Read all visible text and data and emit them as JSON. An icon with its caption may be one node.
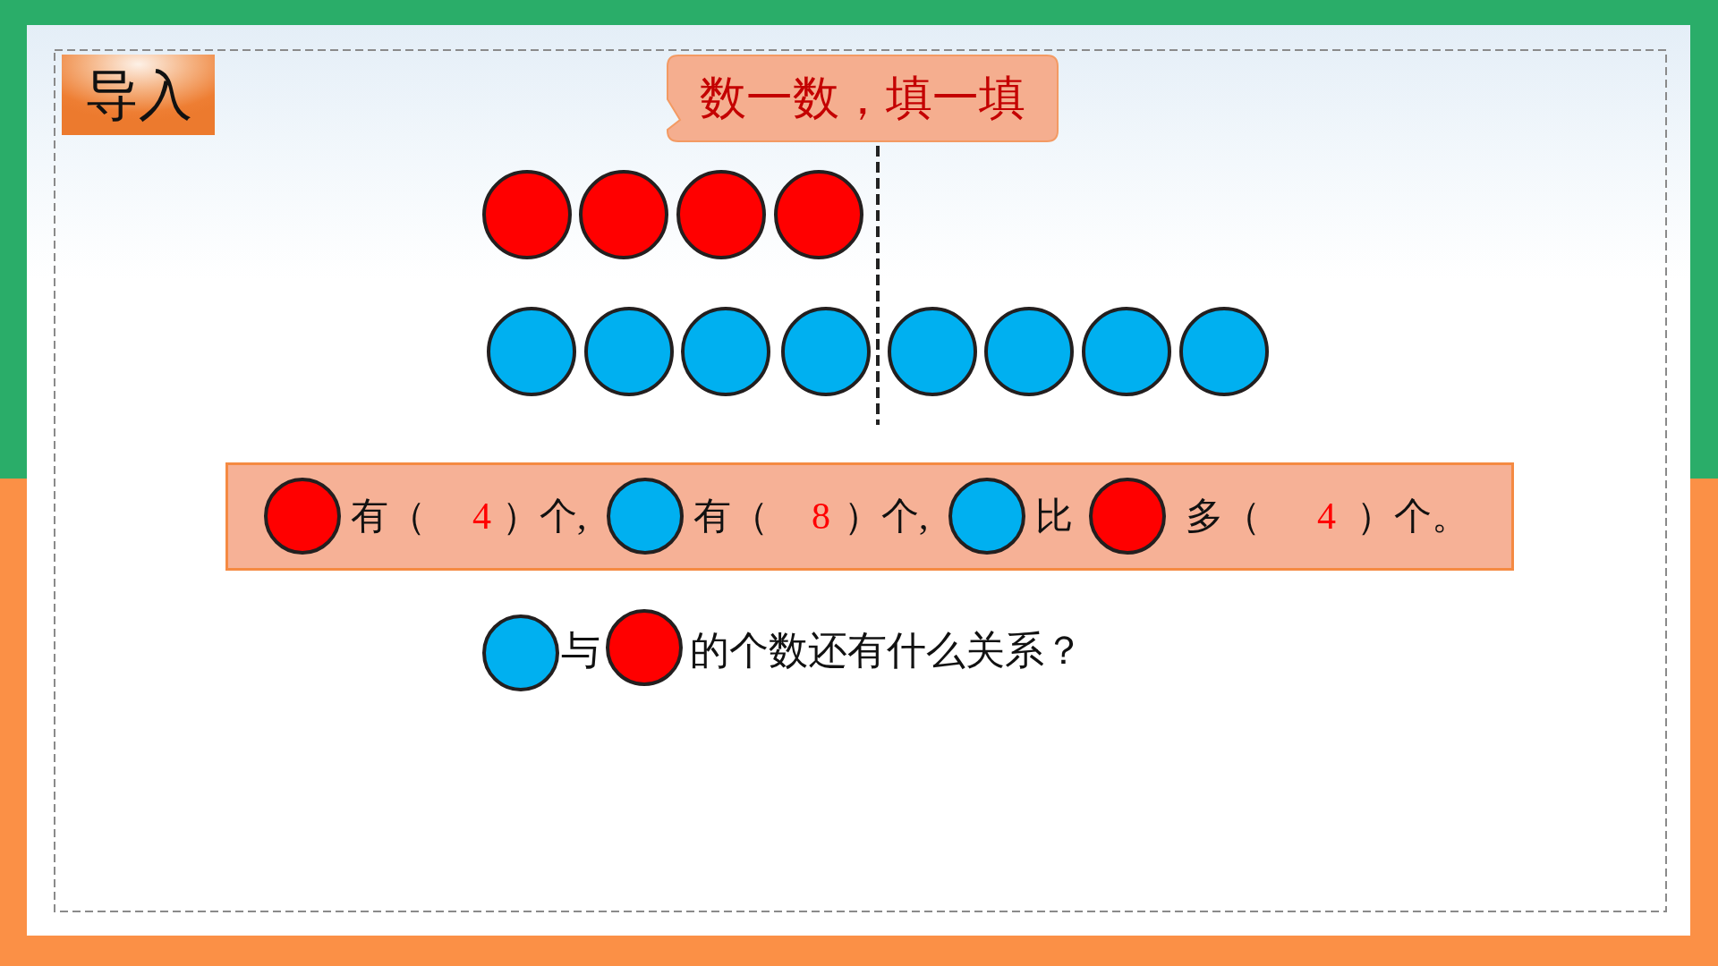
{
  "diagram": {
    "nodes": [
      {
        "text": [
          "导入"
        ]
      },
      {
        "text": [
          "数一数，填一填"
        ]
      },
      {
        "text": [],
        "shape": "circle"
      },
      {
        "text": [],
        "shape": "circle"
      },
      {
        "text": [],
        "shape": "circle"
      },
      {
        "text": [],
        "shape": "circle"
      },
      {
        "text": [],
        "shape": "circle"
      },
      {
        "text": [],
        "shape": "circle"
      },
      {
        "text": [],
        "shape": "circle"
      },
      {
        "text": [],
        "shape": "circle"
      },
      {
        "text": [],
        "shape": "circle"
      },
      {
        "text": [],
        "shape": "circle"
      },
      {
        "text": [],
        "shape": "circle"
      },
      {
        "text": [],
        "shape": "circle"
      },
      {
        "text": [
          "有（",
          "4",
          "）个,",
          "有（",
          "8",
          "）个,",
          "比",
          "多（",
          "4",
          "）个。"
        ]
      },
      {
        "text": [],
        "shape": "circle",
        "in": 14
      },
      {
        "text": [],
        "shape": "circle",
        "in": 14
      },
      {
        "text": [],
        "shape": "circle",
        "in": 14
      },
      {
        "text": [],
        "shape": "circle",
        "in": 14
      },
      {
        "text": [],
        "shape": "circle"
      },
      {
        "text": [],
        "shape": "circle"
      }
    ],
    "labels": [
      "与",
      "的个数还有什么关系？"
    ]
  }
}
